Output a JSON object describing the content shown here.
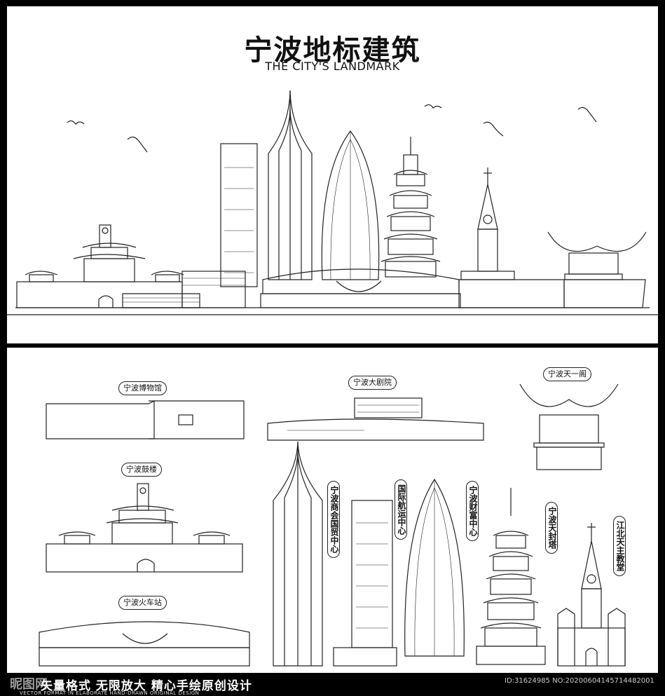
{
  "header": {
    "title": "宁波地标建筑",
    "subtitle": "THE CITY'S LANDMARK"
  },
  "labels": {
    "museum": "宁波博物馆",
    "grand_theatre": "宁波大剧院",
    "tianyi_pavilion": "宁波天一阁",
    "drum_tower": "宁波鼓楼",
    "railway_station": "宁波火车站",
    "chamber_center": "宁波商会国贸中心",
    "shipping_center": "国际航运中心",
    "wealth_center": "宁波财富中心",
    "tianfeng_pagoda": "宁波天封塔",
    "jiangbei_church": "江北天主教堂"
  },
  "footer": {
    "main": "矢量格式 无限放大  精心手绘原创设计",
    "sub": "VECTOR FORMAT IN ELABORATE HAND-DRAWN ORIGINAL DESIGN",
    "watermark": "昵图网",
    "id_text": "ID:31624985 NO:20200604145714482001"
  },
  "colors": {
    "background": "#000000",
    "panel": "#ffffff",
    "line": "#222222"
  }
}
